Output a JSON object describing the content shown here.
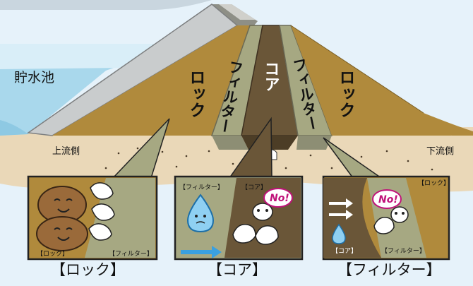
{
  "labels": {
    "reservoir": "貯水池",
    "upstream": "上流側",
    "downstream": "下流側",
    "zone_rock_left": "ロック",
    "zone_filter_left": "フィルター",
    "zone_core": "コア",
    "zone_filter_right": "フィルター",
    "zone_rock_right": "ロック"
  },
  "panels": {
    "rock": {
      "tag_rock": "【ロック】",
      "tag_filter": "【フィルター】"
    },
    "core": {
      "tag_filter": "【フィルター】",
      "tag_core": "【コア】",
      "speech": "No!"
    },
    "filter": {
      "tag_rock": "【ロック】",
      "tag_core": "【コア】",
      "tag_filter": "【フィルター】",
      "speech": "No!"
    }
  },
  "captions": {
    "rock": "【ロック】",
    "core": "【コア】",
    "filter": "【フィルター】"
  },
  "colors": {
    "rock": "#b08a3c",
    "filter": "#a6a882",
    "core": "#6a5638",
    "water": "#a9d8ec",
    "sky": "#e6f2fa",
    "arrow": "#3aa0e0"
  }
}
